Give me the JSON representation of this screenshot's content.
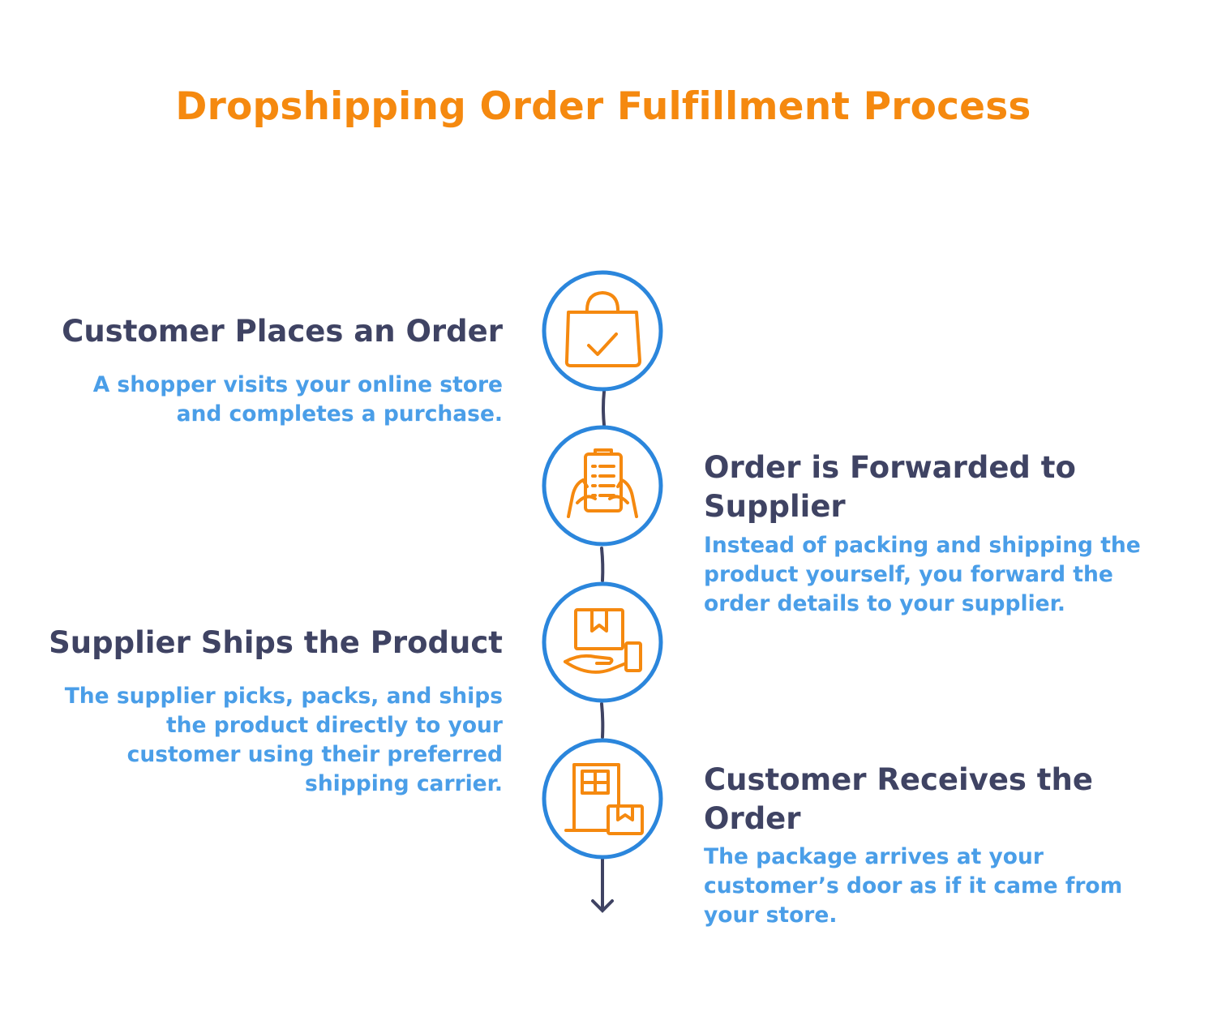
{
  "title": "Dropshipping Order Fulfillment Process",
  "colors": {
    "title": "#f5890f",
    "step_title": "#3f4363",
    "step_desc": "#4a9ee8",
    "circle_stroke": "#2b86dc",
    "icon": "#f5890f",
    "connector": "#3f4363"
  },
  "steps": [
    {
      "title": "Customer Places an Order",
      "description_lines": [
        "A shopper visits your online store",
        "and completes a purchase."
      ],
      "icon": "shopping-bag-check-icon"
    },
    {
      "title_lines": [
        "Order is Forwarded to",
        "Supplier"
      ],
      "description_lines": [
        "Instead of packing and shipping the",
        "product yourself, you forward the",
        "order details to your supplier."
      ],
      "icon": "hands-holding-order-list-icon"
    },
    {
      "title": "Supplier Ships the Product",
      "description_lines": [
        "The supplier picks, packs, and ships",
        "the product directly to your",
        "customer using their preferred",
        "shipping carrier."
      ],
      "icon": "hand-holding-package-icon"
    },
    {
      "title_lines": [
        "Customer Receives the",
        "Order"
      ],
      "description_lines": [
        "The package arrives at your",
        "customer’s door as if it came from",
        "your store."
      ],
      "icon": "house-door-package-icon"
    }
  ]
}
